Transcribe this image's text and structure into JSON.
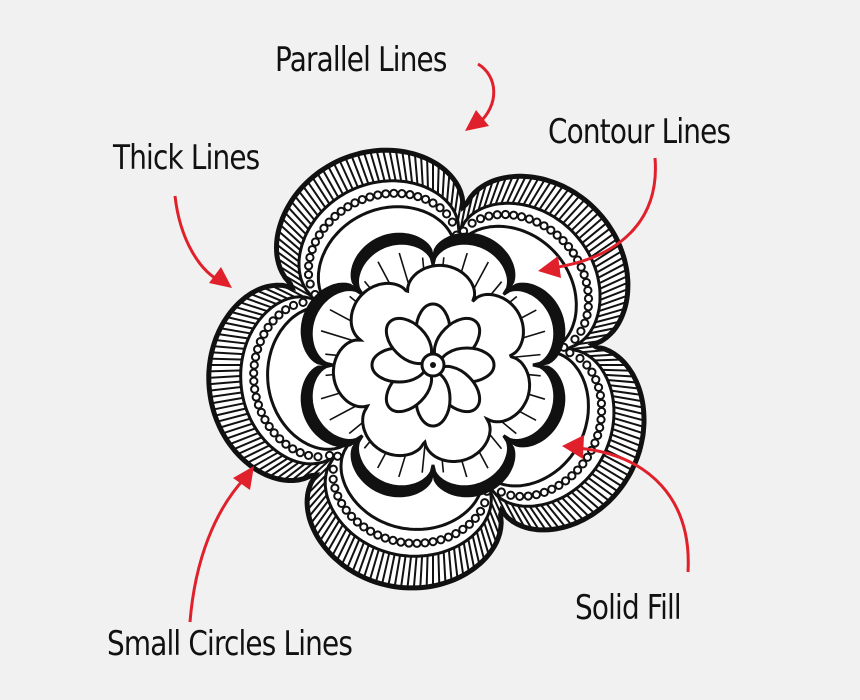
{
  "labels": {
    "parallel_lines": "Parallel Lines",
    "contour_lines": "Contour Lines",
    "thick_lines": "Thick Lines",
    "solid_fill": "Solid Fill",
    "small_circles_lines": "Small Circles Lines"
  },
  "colors": {
    "background": "#f1f1f1",
    "ink": "#111111",
    "arrow": "#e0202a"
  },
  "icons": {
    "flower": "zentangle-flower-drawing",
    "arrow": "curved-arrow"
  }
}
